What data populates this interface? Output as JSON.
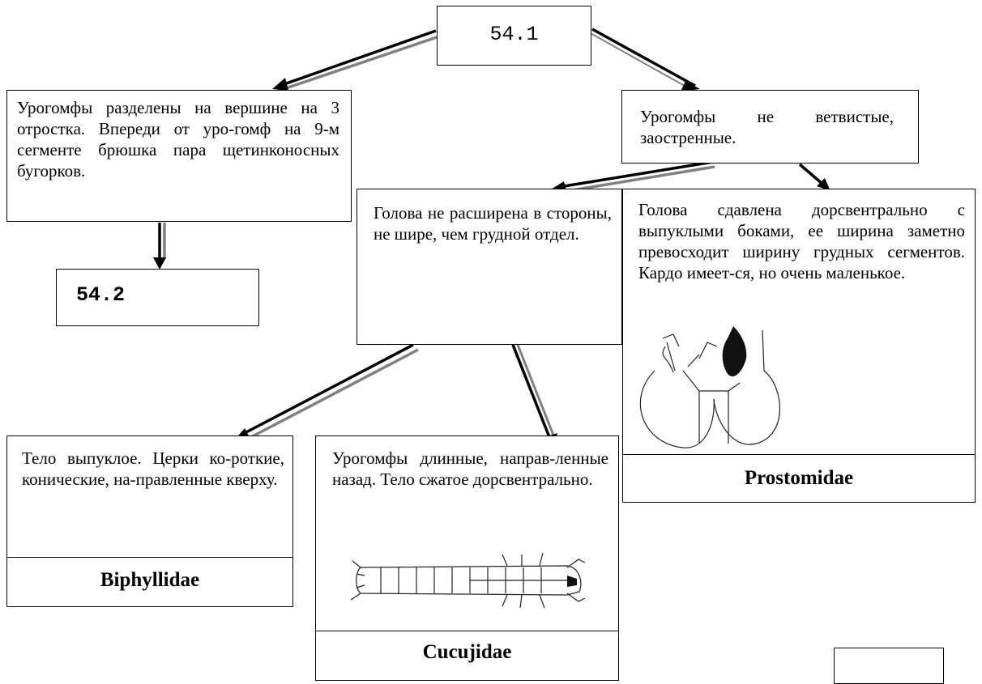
{
  "diagram": {
    "root_label": "54.1",
    "left_branch": {
      "text": "Урогомфы разделены на вершине на 3 отростка. Впереди от уро-гомф на 9-м сегменте брюшка пара щетинконосных бугорков.",
      "next_label": "54.2"
    },
    "right_branch": {
      "text": "Урогомфы не ветвистые, заостренные."
    },
    "middle_branch": {
      "text": "Голова не расширена в стороны, не шире, чем грудной отдел."
    },
    "prostomidae_box": {
      "text": "Голова сдавлена дорсвентрально с выпуклыми боками, ее ширина заметно превосходит ширину грудных сегментов. Кардо имеет-ся, но очень маленькое.",
      "family": "Prostomidae"
    },
    "biphyllidae_box": {
      "text": "Тело выпуклое. Церки ко-роткие, конические, на-правленные кверху.",
      "family": "Biphyllidae"
    },
    "cucujidae_box": {
      "text": "Урогомфы длинные, направ-ленные назад. Тело сжатое дорсвентрально.",
      "family": "Cucujidae"
    }
  },
  "icons": {
    "prostomidae_drawing": "larva-head-drawing",
    "cucujidae_drawing": "larva-body-drawing"
  },
  "colors": {
    "arrow_primary": "#000000",
    "arrow_shadow": "#808080"
  }
}
